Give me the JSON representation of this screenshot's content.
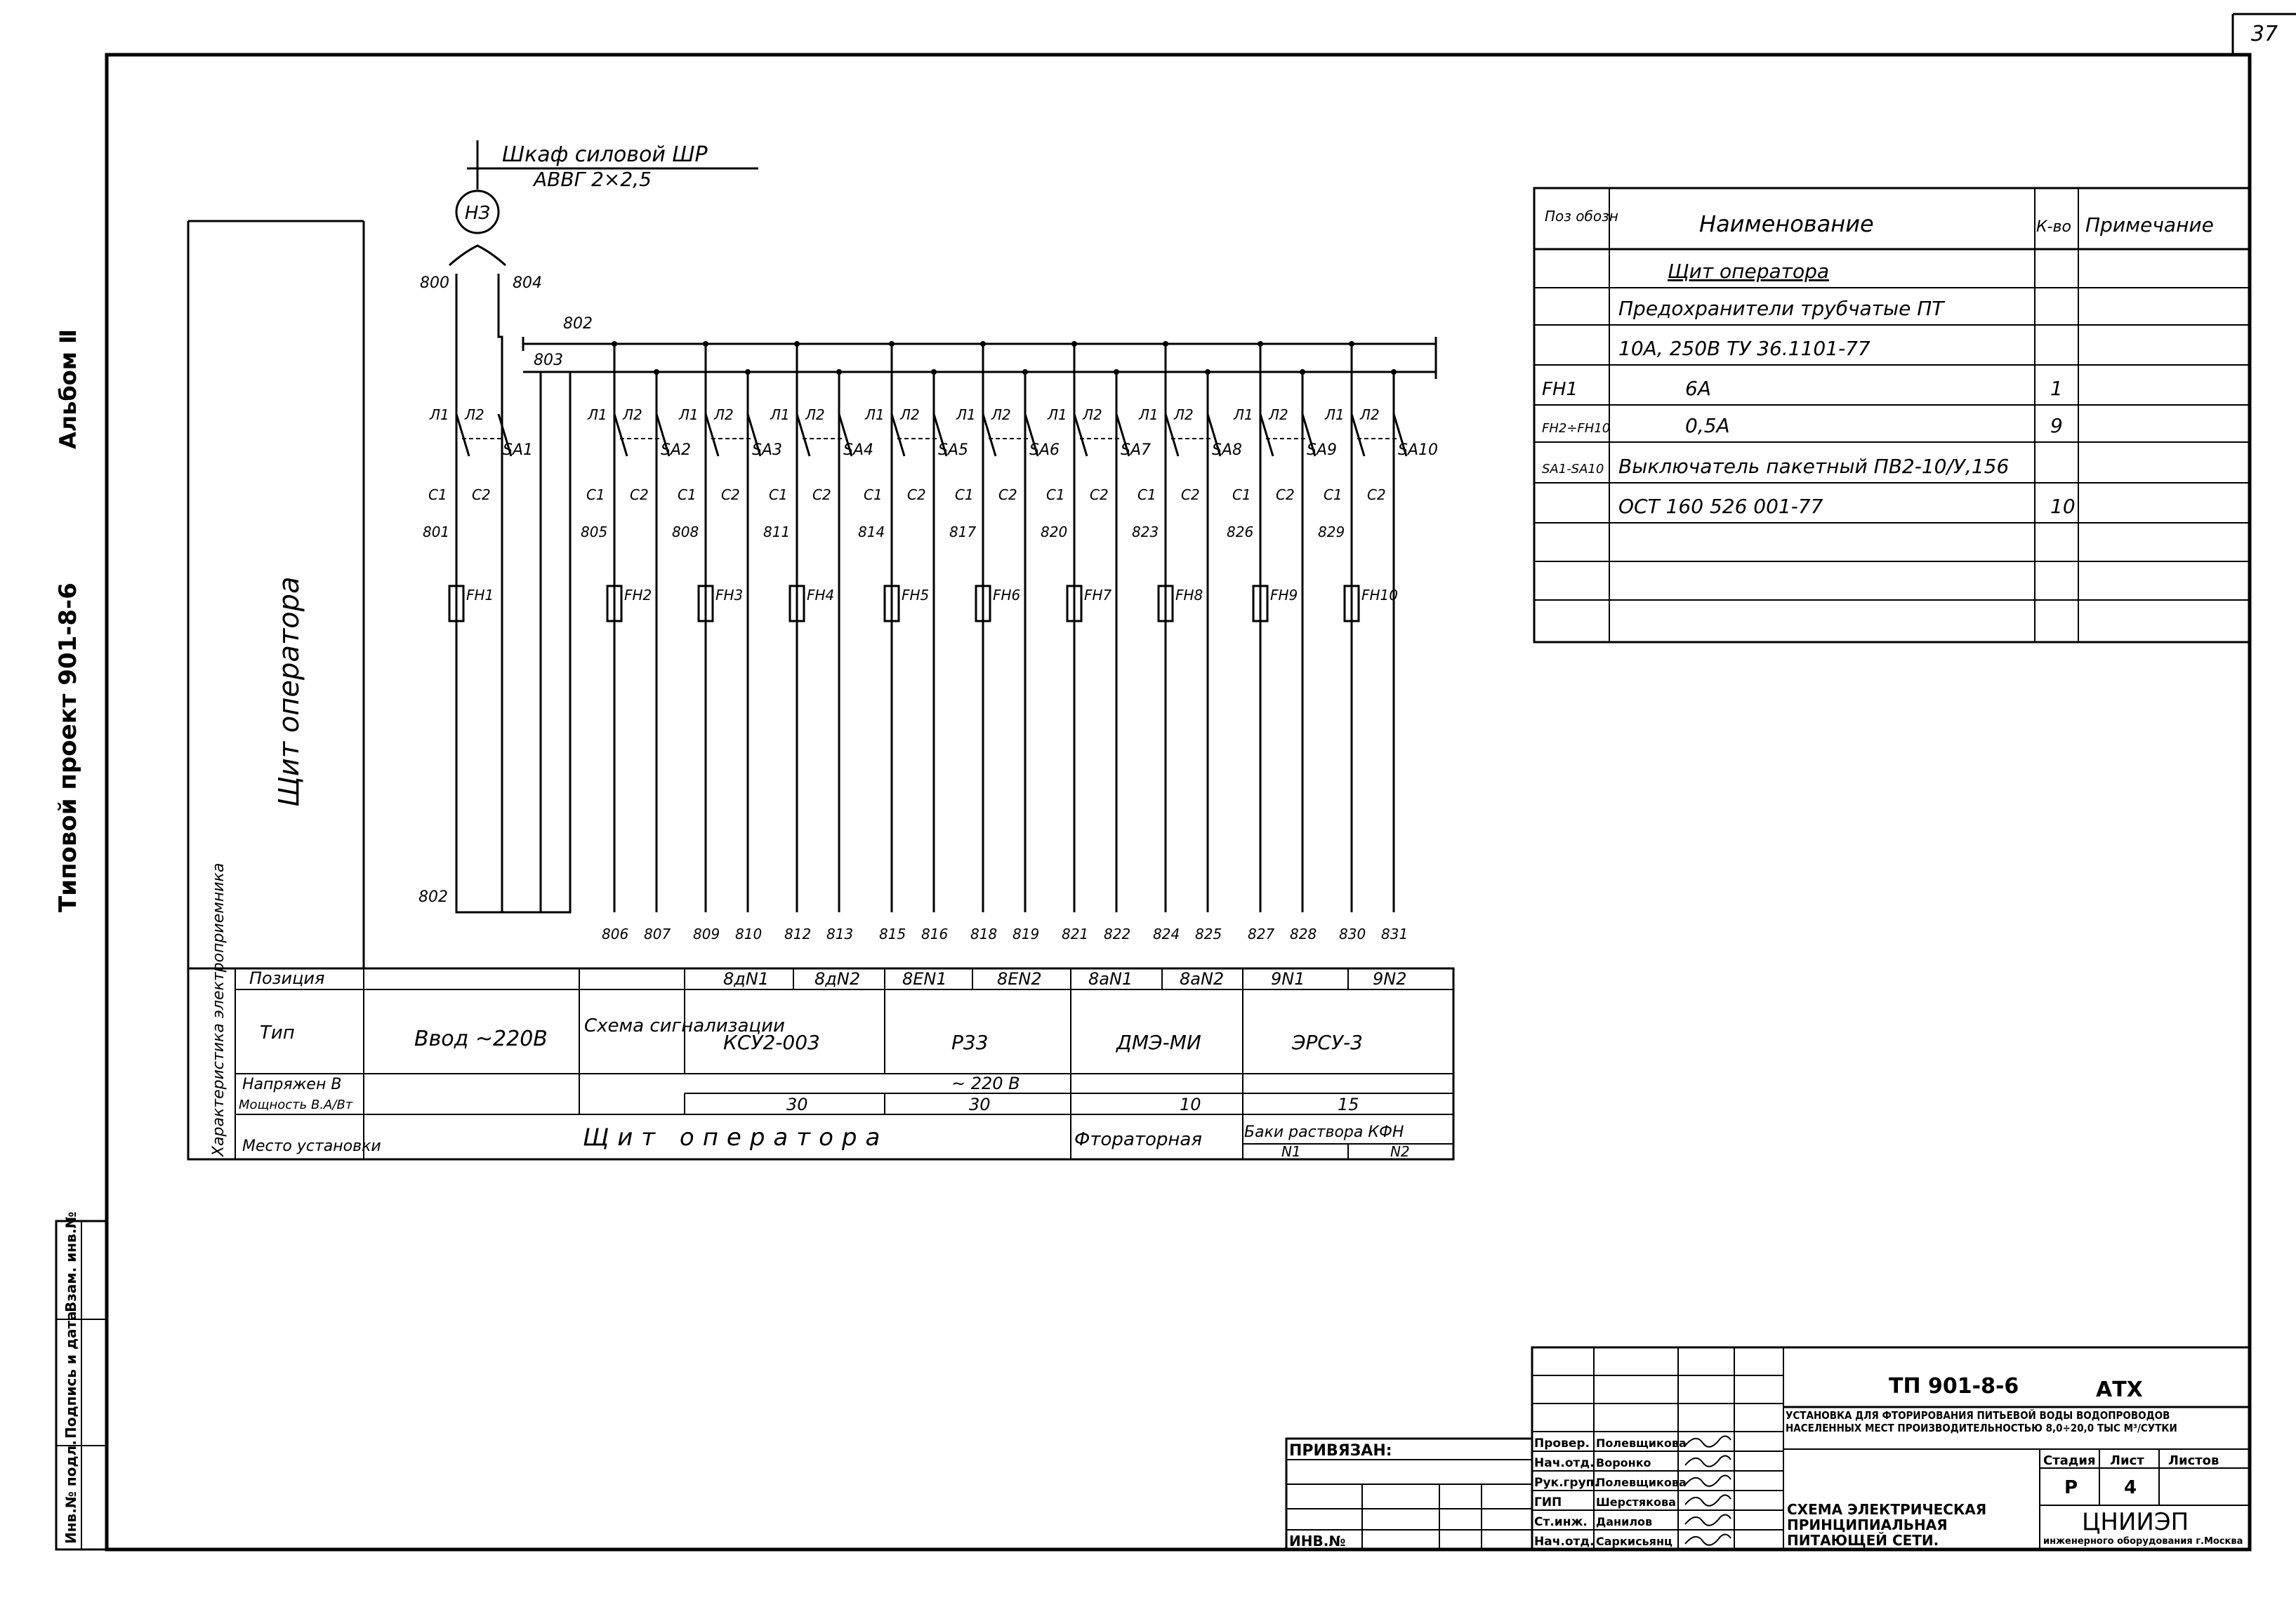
{
  "page_number": "37",
  "side_title": {
    "album": "Альбом Ⅱ",
    "project": "Типовой проект 901-8-6"
  },
  "side_stamp_labels": [
    "Инв.№ подл.",
    "Подпись и дата",
    "Взам. инв.№"
  ],
  "feeder": {
    "label": "Шкаф силовой ШР",
    "cable": "АВВГ  2×2,5",
    "circle_mark": "НЗ",
    "wires_top": [
      "800",
      "804"
    ],
    "bus_labels": [
      "802",
      "803"
    ],
    "return_wire": "802"
  },
  "panel_label": "Щит оператора",
  "circuits": [
    {
      "sa": "SA1",
      "t1": "Л1",
      "t2": "Л2",
      "c1": "C1",
      "c2": "C2",
      "mid": "801",
      "fh": "FH1",
      "out1": "",
      "out2": ""
    },
    {
      "sa": "SA2",
      "t1": "Л1",
      "t2": "Л2",
      "c1": "C1",
      "c2": "C2",
      "mid": "805",
      "fh": "FH2",
      "out1": "806",
      "out2": "807"
    },
    {
      "sa": "SA3",
      "t1": "Л1",
      "t2": "Л2",
      "c1": "C1",
      "c2": "C2",
      "mid": "808",
      "fh": "FH3",
      "out1": "809",
      "out2": "810"
    },
    {
      "sa": "SA4",
      "t1": "Л1",
      "t2": "Л2",
      "c1": "C1",
      "c2": "C2",
      "mid": "811",
      "fh": "FH4",
      "out1": "812",
      "out2": "813"
    },
    {
      "sa": "SA5",
      "t1": "Л1",
      "t2": "Л2",
      "c1": "C1",
      "c2": "C2",
      "mid": "814",
      "fh": "FH5",
      "out1": "815",
      "out2": "816"
    },
    {
      "sa": "SA6",
      "t1": "Л1",
      "t2": "Л2",
      "c1": "C1",
      "c2": "C2",
      "mid": "817",
      "fh": "FH6",
      "out1": "818",
      "out2": "819"
    },
    {
      "sa": "SA7",
      "t1": "Л1",
      "t2": "Л2",
      "c1": "C1",
      "c2": "C2",
      "mid": "820",
      "fh": "FH7",
      "out1": "821",
      "out2": "822"
    },
    {
      "sa": "SA8",
      "t1": "Л1",
      "t2": "Л2",
      "c1": "C1",
      "c2": "C2",
      "mid": "823",
      "fh": "FH8",
      "out1": "824",
      "out2": "825"
    },
    {
      "sa": "SA9",
      "t1": "Л1",
      "t2": "Л2",
      "c1": "C1",
      "c2": "C2",
      "mid": "826",
      "fh": "FH9",
      "out1": "827",
      "out2": "828"
    },
    {
      "sa": "SA10",
      "t1": "Л1",
      "t2": "Л2",
      "c1": "C1",
      "c2": "C2",
      "mid": "829",
      "fh": "FH10",
      "out1": "830",
      "out2": "831"
    }
  ],
  "spec_table": {
    "headers": [
      "Поз обозн",
      "Наименование",
      "К-во",
      "Примечание"
    ],
    "rows": [
      [
        "",
        "Щит оператора",
        "",
        ""
      ],
      [
        "",
        "Предохранители трубчатые ПТ",
        "",
        ""
      ],
      [
        "",
        "10А, 250В  ТУ 36.1101-77",
        "",
        ""
      ],
      [
        "FH1",
        "6А",
        "1",
        ""
      ],
      [
        "FH2÷FH10",
        "0,5А",
        "9",
        ""
      ],
      [
        "SA1-SA10",
        "Выключатель пакетный ПВ2-10/У,156",
        "",
        ""
      ],
      [
        "",
        "ОСТ 160 526 001-77",
        "10",
        ""
      ],
      [
        "",
        "",
        "",
        ""
      ],
      [
        "",
        "",
        "",
        ""
      ],
      [
        "",
        "",
        "",
        ""
      ]
    ]
  },
  "consumer_table": {
    "group_label": "Характеристика электроприемника",
    "row_labels": [
      "Позиция",
      "Тип",
      "Напряжен В",
      "Мощность В.А/Вт",
      "Место установки"
    ],
    "positions": [
      "8дN1",
      "8дN2",
      "8ЕN1",
      "8ЕN2",
      "8аN1",
      "8аN2",
      "9N1",
      "9N2"
    ],
    "vvod": "Ввод ~220В",
    "scheme": "Схема сигнализации",
    "types": [
      "КСУ2-003",
      "Р33",
      "ДМЭ-МИ",
      "ЭРСУ-3"
    ],
    "voltage": "~ 220 В",
    "power": [
      "30",
      "30",
      "10",
      "15"
    ],
    "place_main": "Щит оператора",
    "place_fluor": "Фтораторная",
    "place_tanks": "Баки раствора КФН",
    "tank_numbers": [
      "N1",
      "N2"
    ]
  },
  "title_block": {
    "code": "ТП 901-8-6",
    "sheet_mark": "АТХ",
    "attached": "ПРИВЯЗАН:",
    "inv": "ИНВ.№",
    "project_name": "Установка для фторирования питьевой воды водопроводов населенных мест производительностью 8,0÷20,0 тыс м³/сутки",
    "stage_label": "Стадия",
    "sheet_label": "Лист",
    "sheets_label": "Листов",
    "stage": "Р",
    "sheet": "4",
    "sheets": "",
    "drawing_title": "Схема электрическая принципиальная питающей сети.",
    "org": "ЦНИИЭП",
    "org_sub": "инженерного оборудования г.Москва",
    "roles": [
      {
        "role": "Провер.",
        "name": "Полевщикова"
      },
      {
        "role": "Нач.отд.",
        "name": "Воронко"
      },
      {
        "role": "Рук.груп.",
        "name": "Полевщикова"
      },
      {
        "role": "ГИП",
        "name": "Шерстякова"
      },
      {
        "role": "Ст.инж.",
        "name": "Данилов"
      },
      {
        "role": "Нач.отд.",
        "name": "Саркисьянц"
      }
    ]
  }
}
